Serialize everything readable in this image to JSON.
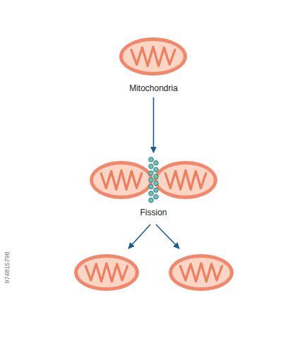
{
  "diagram": {
    "nodes": [
      {
        "text": [
          "Mitochondria"
        ]
      },
      {
        "text": [
          "Fission"
        ]
      }
    ],
    "edges": [
      {
        "from": 0,
        "to": 1,
        "arrow": "to"
      }
    ],
    "labels": [
      "974815798"
    ]
  }
}
